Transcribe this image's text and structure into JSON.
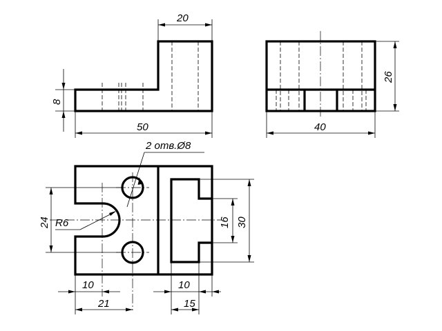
{
  "drawing": {
    "dimensions": {
      "front_height_base": "8",
      "front_width": "50",
      "front_upright_width": "20",
      "side_height": "26",
      "side_width": "40",
      "top_holes_note": "2 отв.Ø8",
      "top_radius": "R6",
      "top_hole_spacing": "24",
      "top_slot_inner": "16",
      "top_slot_outer": "30",
      "top_left_10": "10",
      "top_left_21": "21",
      "top_right_10": "10",
      "top_right_15": "15"
    }
  }
}
